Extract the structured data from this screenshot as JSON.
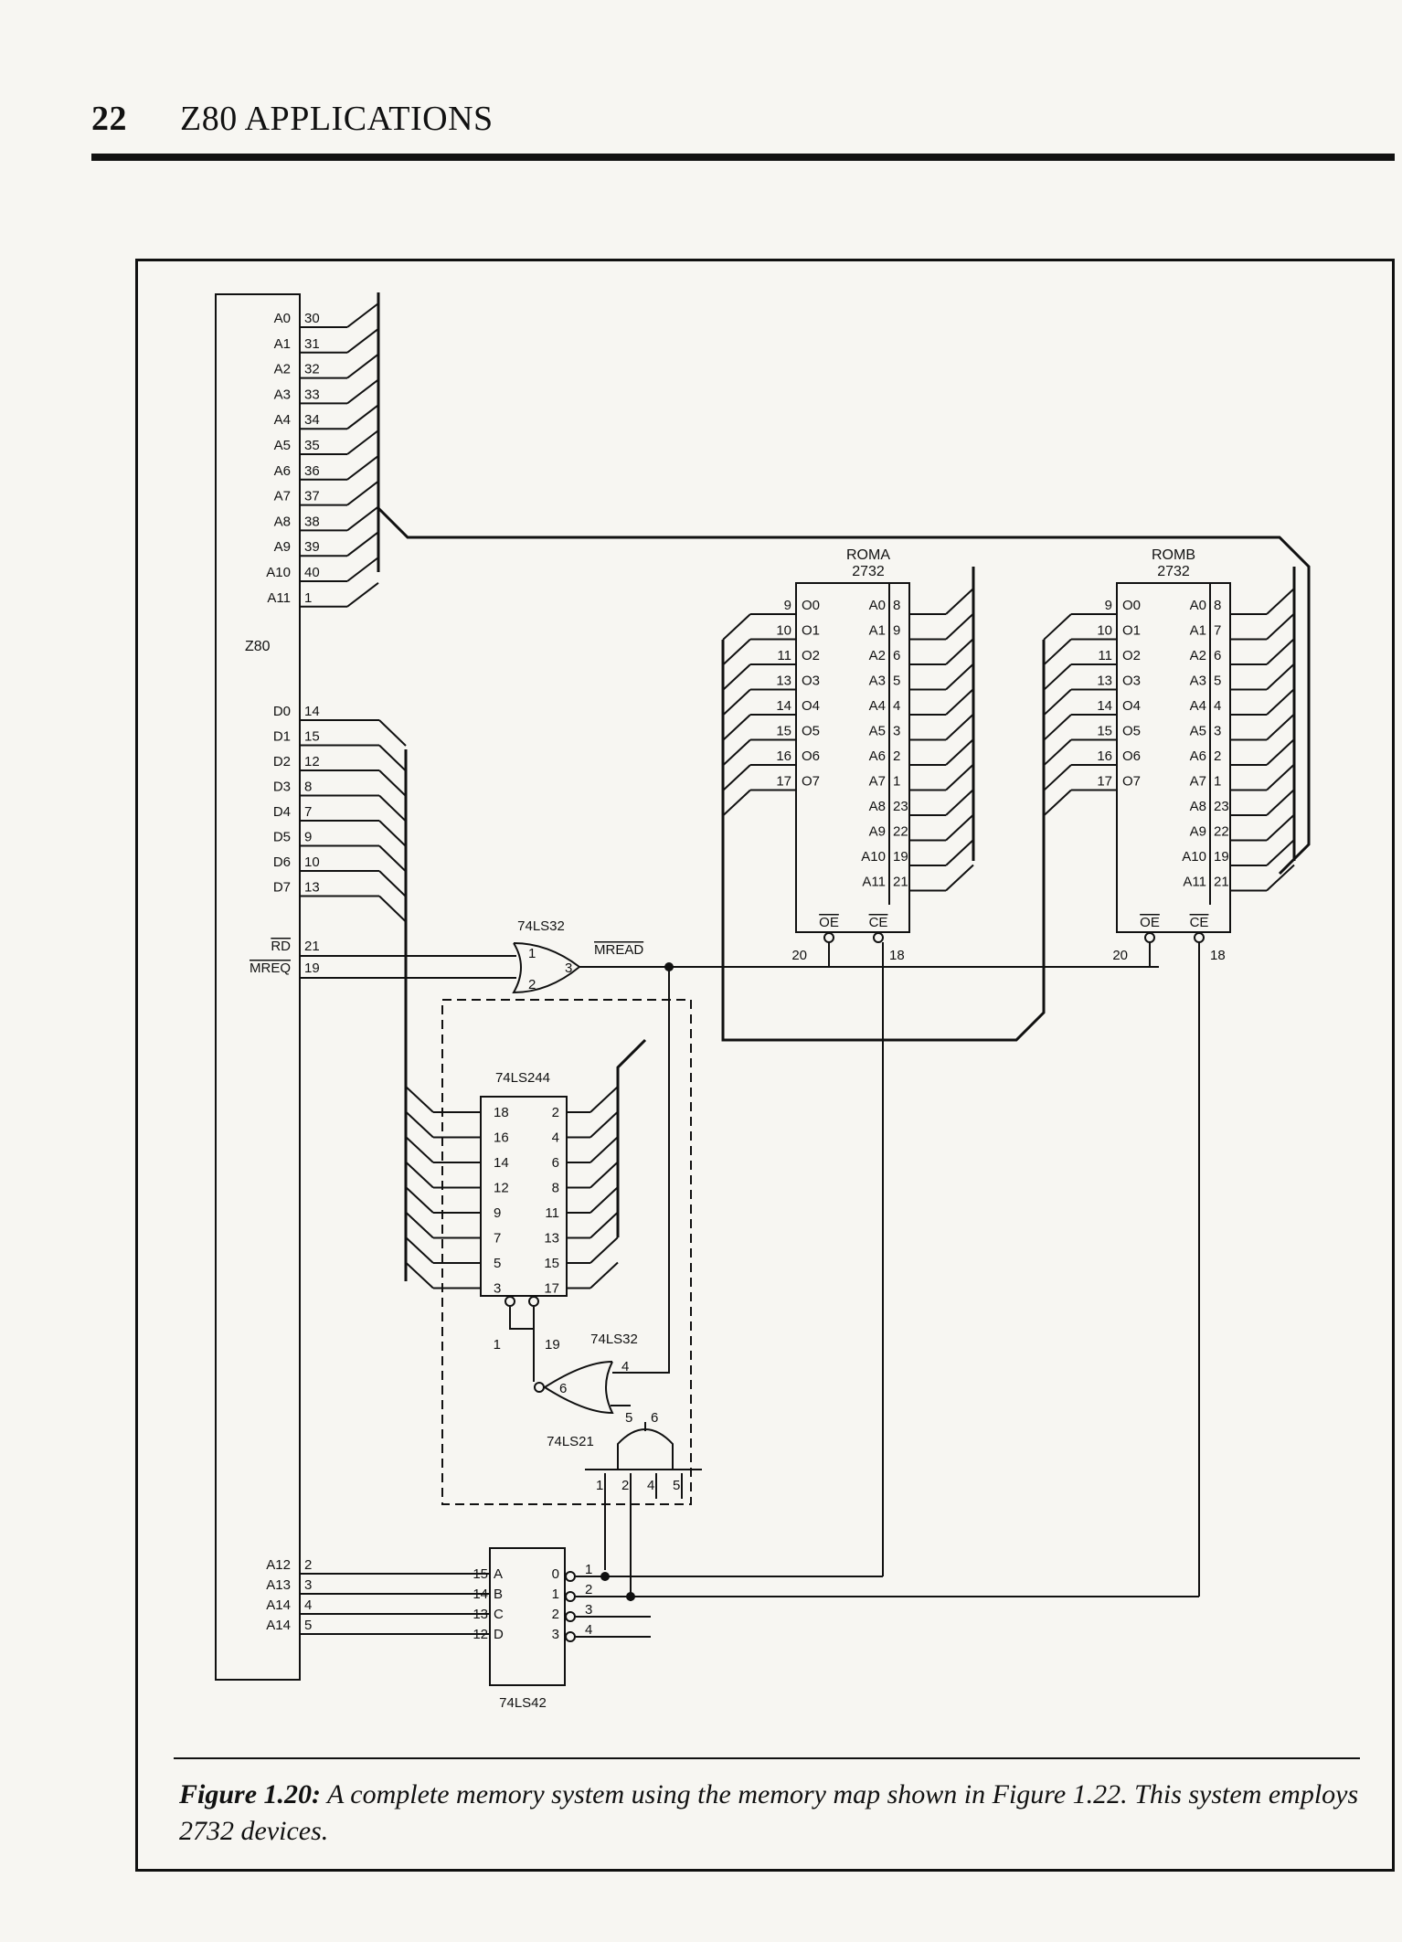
{
  "header": {
    "page_number": "22",
    "title": "Z80 APPLICATIONS"
  },
  "caption": {
    "figure_label": "Figure 1.20:",
    "text": "A complete memory system using the memory map shown in Figure 1.22. This system employs 2732 devices."
  },
  "z80": {
    "name": "Z80",
    "address_pins": [
      {
        "signal": "A0",
        "pin": "30"
      },
      {
        "signal": "A1",
        "pin": "31"
      },
      {
        "signal": "A2",
        "pin": "32"
      },
      {
        "signal": "A3",
        "pin": "33"
      },
      {
        "signal": "A4",
        "pin": "34"
      },
      {
        "signal": "A5",
        "pin": "35"
      },
      {
        "signal": "A6",
        "pin": "36"
      },
      {
        "signal": "A7",
        "pin": "37"
      },
      {
        "signal": "A8",
        "pin": "38"
      },
      {
        "signal": "A9",
        "pin": "39"
      },
      {
        "signal": "A10",
        "pin": "40"
      },
      {
        "signal": "A11",
        "pin": "1"
      }
    ],
    "data_pins": [
      {
        "signal": "D0",
        "pin": "14"
      },
      {
        "signal": "D1",
        "pin": "15"
      },
      {
        "signal": "D2",
        "pin": "12"
      },
      {
        "signal": "D3",
        "pin": "8"
      },
      {
        "signal": "D4",
        "pin": "7"
      },
      {
        "signal": "D5",
        "pin": "9"
      },
      {
        "signal": "D6",
        "pin": "10"
      },
      {
        "signal": "D7",
        "pin": "13"
      }
    ],
    "control_pins": [
      {
        "signal": "RD",
        "pin": "21"
      },
      {
        "signal": "MREQ",
        "pin": "19"
      }
    ],
    "high_address_pins": [
      {
        "signal": "A12",
        "pin": "2"
      },
      {
        "signal": "A13",
        "pin": "3"
      },
      {
        "signal": "A14",
        "pin": "4"
      },
      {
        "signal": "A14",
        "pin": "5"
      }
    ]
  },
  "roms": [
    {
      "name": "ROMA",
      "part": "2732",
      "data_pins": [
        {
          "num": "9",
          "sig": "O0"
        },
        {
          "num": "10",
          "sig": "O1"
        },
        {
          "num": "11",
          "sig": "O2"
        },
        {
          "num": "13",
          "sig": "O3"
        },
        {
          "num": "14",
          "sig": "O4"
        },
        {
          "num": "15",
          "sig": "O5"
        },
        {
          "num": "16",
          "sig": "O6"
        },
        {
          "num": "17",
          "sig": "O7"
        }
      ],
      "addr_pins": [
        {
          "sig": "A0",
          "num": "8"
        },
        {
          "sig": "A1",
          "num": "9"
        },
        {
          "sig": "A2",
          "num": "6"
        },
        {
          "sig": "A3",
          "num": "5"
        },
        {
          "sig": "A4",
          "num": "4"
        },
        {
          "sig": "A5",
          "num": "3"
        },
        {
          "sig": "A6",
          "num": "2"
        },
        {
          "sig": "A7",
          "num": "1"
        },
        {
          "sig": "A8",
          "num": "23"
        },
        {
          "sig": "A9",
          "num": "22"
        },
        {
          "sig": "A10",
          "num": "19"
        },
        {
          "sig": "A11",
          "num": "21"
        }
      ],
      "oe_label": "OE",
      "ce_label": "CE",
      "oe_pin": "20",
      "ce_pin": "18"
    },
    {
      "name": "ROMB",
      "part": "2732",
      "data_pins": [
        {
          "num": "9",
          "sig": "O0"
        },
        {
          "num": "10",
          "sig": "O1"
        },
        {
          "num": "11",
          "sig": "O2"
        },
        {
          "num": "13",
          "sig": "O3"
        },
        {
          "num": "14",
          "sig": "O4"
        },
        {
          "num": "15",
          "sig": "O5"
        },
        {
          "num": "16",
          "sig": "O6"
        },
        {
          "num": "17",
          "sig": "O7"
        }
      ],
      "addr_pins": [
        {
          "sig": "A0",
          "num": "8"
        },
        {
          "sig": "A1",
          "num": "7"
        },
        {
          "sig": "A2",
          "num": "6"
        },
        {
          "sig": "A3",
          "num": "5"
        },
        {
          "sig": "A4",
          "num": "4"
        },
        {
          "sig": "A5",
          "num": "3"
        },
        {
          "sig": "A6",
          "num": "2"
        },
        {
          "sig": "A7",
          "num": "1"
        },
        {
          "sig": "A8",
          "num": "23"
        },
        {
          "sig": "A9",
          "num": "22"
        },
        {
          "sig": "A10",
          "num": "19"
        },
        {
          "sig": "A11",
          "num": "21"
        }
      ],
      "oe_label": "OE",
      "ce_label": "CE",
      "oe_pin": "20",
      "ce_pin": "18"
    }
  ],
  "or_gate_1": {
    "part": "74LS32",
    "in1": "1",
    "in2": "2",
    "out": "3",
    "out_signal": "MREAD"
  },
  "buffer": {
    "part": "74LS244",
    "left_pins": [
      "18",
      "16",
      "14",
      "12",
      "9",
      "7",
      "5",
      "3"
    ],
    "right_pins": [
      "2",
      "4",
      "6",
      "8",
      "11",
      "13",
      "15",
      "17"
    ],
    "enable_pins": [
      "1",
      "19"
    ]
  },
  "or_gate_2": {
    "part": "74LS32",
    "in": "4",
    "out": "6",
    "in_b": "5"
  },
  "and_gate": {
    "part": "74LS21",
    "out": "6",
    "out_in": "5",
    "inputs": [
      "1",
      "2",
      "4",
      "5"
    ]
  },
  "decoder": {
    "part": "74LS42",
    "inputs": [
      {
        "num": "15",
        "sig": "A"
      },
      {
        "num": "14",
        "sig": "B"
      },
      {
        "num": "13",
        "sig": "C"
      },
      {
        "num": "12",
        "sig": "D"
      }
    ],
    "outputs": [
      "0",
      "1",
      "2",
      "3"
    ],
    "output_lines": [
      "1",
      "2",
      "3",
      "4"
    ]
  }
}
